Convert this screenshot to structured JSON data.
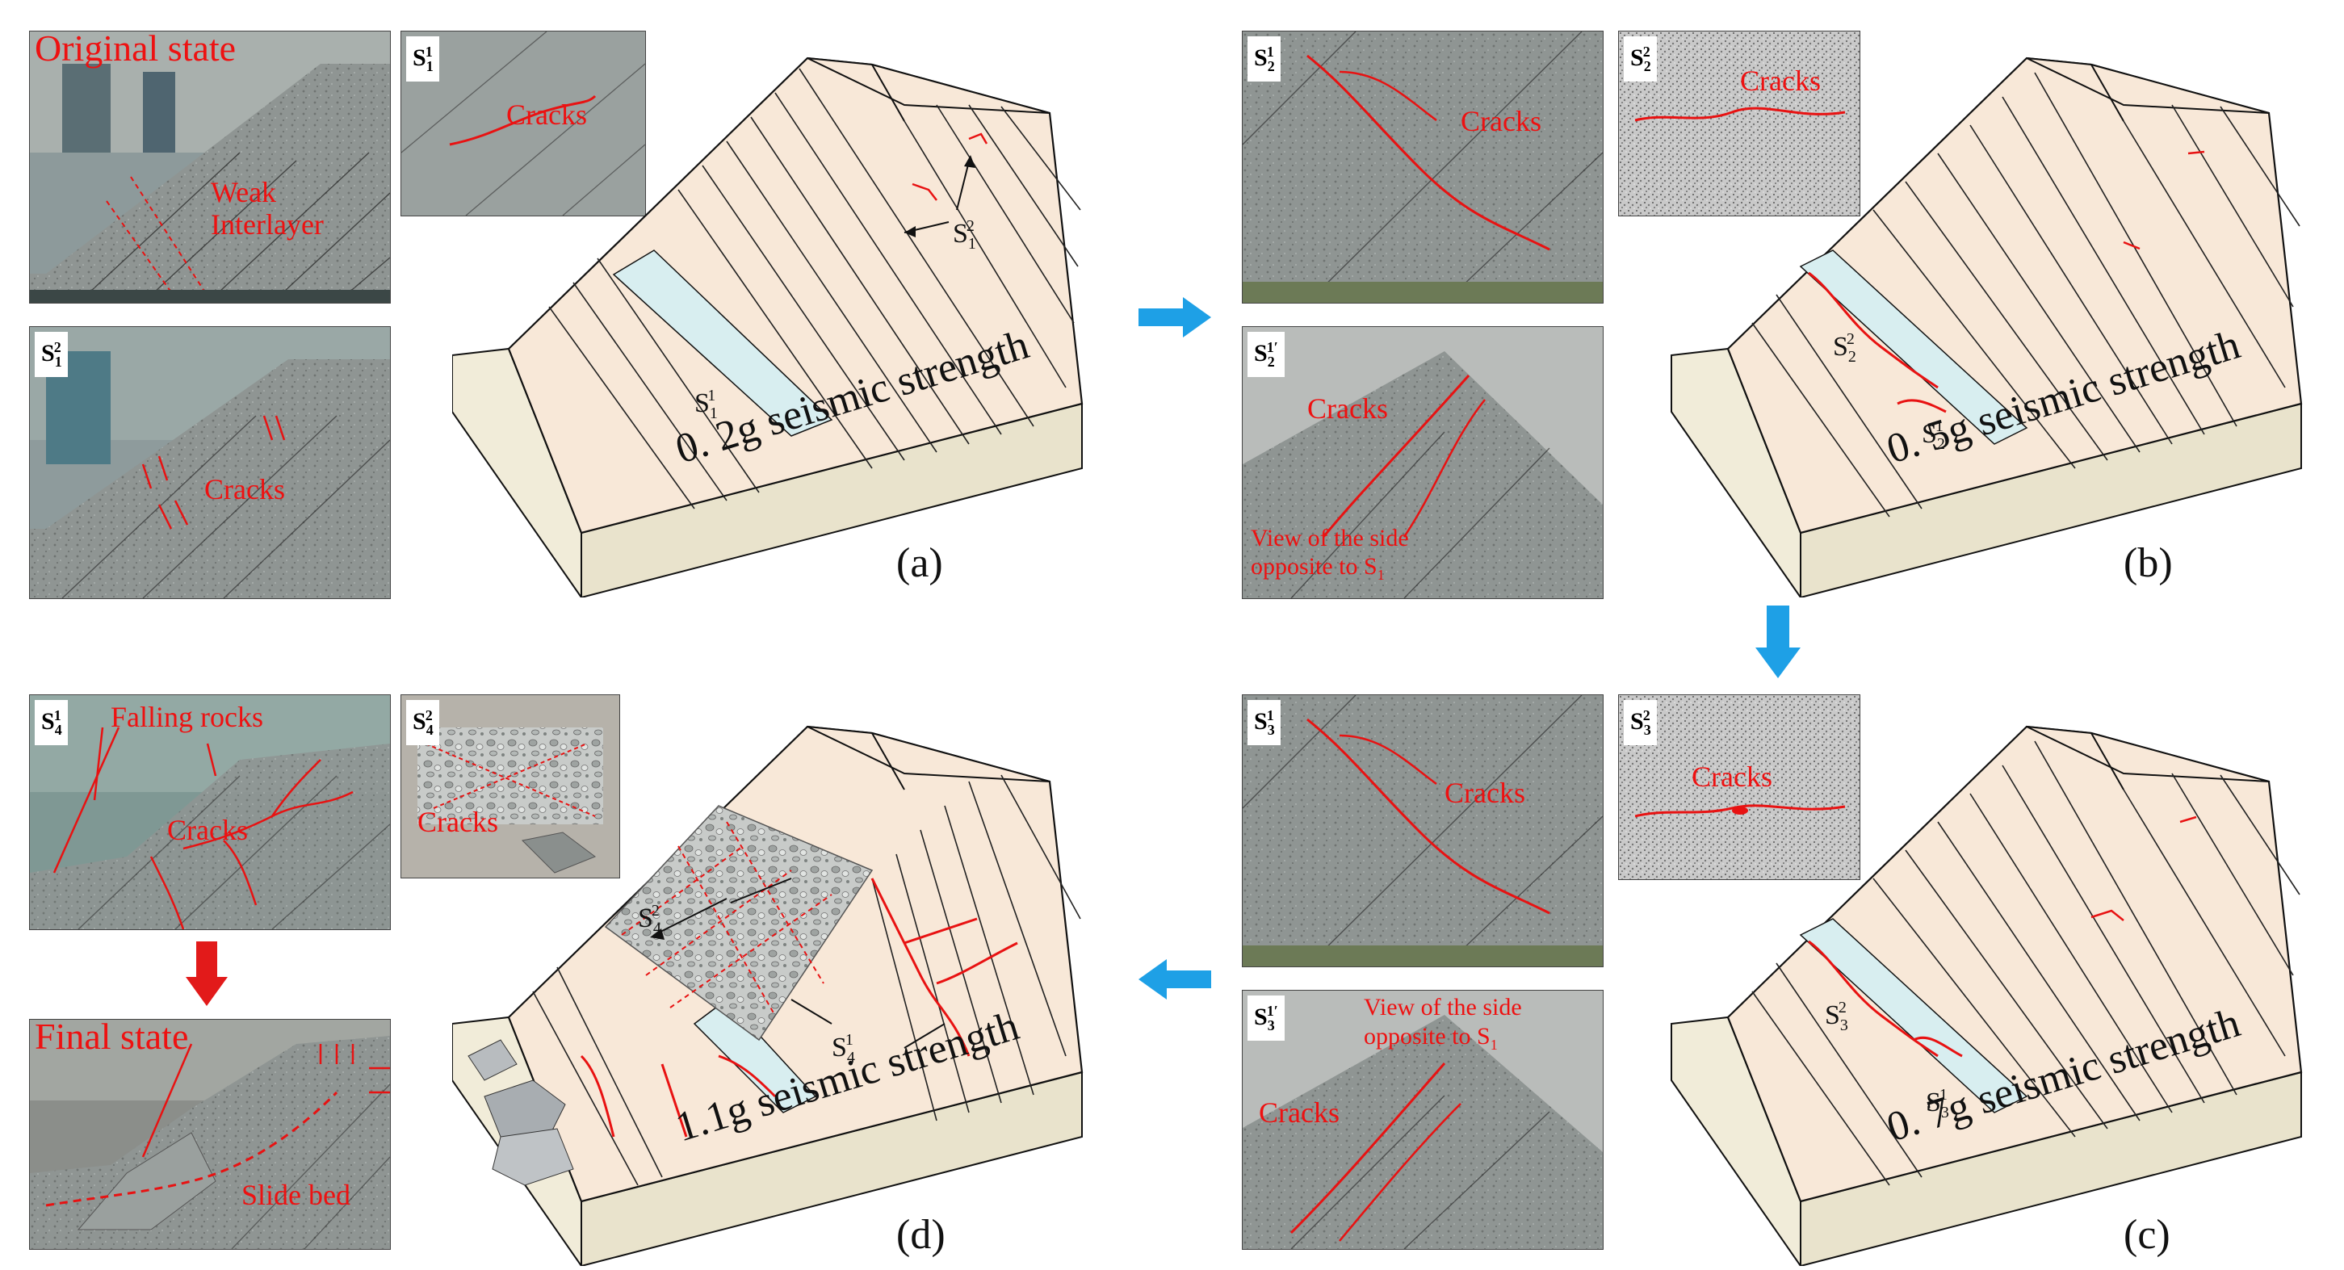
{
  "colors": {
    "crack": "#e81212",
    "arrow_blue": "#1ea0e6",
    "arrow_red": "#e21a1a",
    "slope_fill": "#f8e8d8",
    "interlayer_fill": "#d8eef0",
    "base_fill": "#f1ecd9"
  },
  "panel_a": {
    "label": "(a)",
    "caption": "0. 2g  seismic strength",
    "photo_original": {
      "title": "Original state",
      "weak": "Weak",
      "interlayer": "Interlayer"
    },
    "photo_s1_top": {
      "tag": "S",
      "tag_sub": "1",
      "tag_sup": "1",
      "text": "Cracks"
    },
    "photo_s2": {
      "tag": "S",
      "tag_sub": "1",
      "tag_sup": "2",
      "text": "Cracks"
    },
    "diagram_s2": {
      "main": "S",
      "sub": "1",
      "sup": "2"
    },
    "diagram_s1": {
      "main": "S",
      "sub": "1",
      "sup": "1"
    }
  },
  "panel_b": {
    "label": "(b)",
    "caption": "0. 5g  seismic strength",
    "photo_s1": {
      "tag": "S",
      "tag_sub": "2",
      "tag_sup": "1",
      "text": "Cracks"
    },
    "photo_s2": {
      "tag": "S",
      "tag_sub": "2",
      "tag_sup": "2",
      "text": "Cracks"
    },
    "photo_s1p": {
      "tag": "S",
      "tag_sub": "2",
      "tag_sup": "1′",
      "text": "Cracks",
      "note1": "View of the side",
      "note2": "opposite to S",
      "note_sub": "1"
    },
    "diagram_s2": {
      "main": "S",
      "sub": "2",
      "sup": "2"
    },
    "diagram_s1": {
      "main": "S",
      "sub": "2",
      "sup": "1"
    }
  },
  "panel_c": {
    "label": "(c)",
    "caption": "0. 7g  seismic strength",
    "photo_s1": {
      "tag": "S",
      "tag_sub": "3",
      "tag_sup": "1",
      "text": "Cracks"
    },
    "photo_s2": {
      "tag": "S",
      "tag_sub": "3",
      "tag_sup": "2",
      "text": "Cracks"
    },
    "photo_s1p": {
      "tag": "S",
      "tag_sub": "3",
      "tag_sup": "1′",
      "text": "Cracks",
      "note1": "View of the side",
      "note2": "opposite to S",
      "note_sub": "1"
    },
    "diagram_s2": {
      "main": "S",
      "sub": "3",
      "sup": "2"
    },
    "diagram_s1": {
      "main": "S",
      "sub": "3",
      "sup": "1"
    }
  },
  "panel_d": {
    "label": "(d)",
    "caption": "1.1g  seismic strength",
    "photo_s1": {
      "tag": "S",
      "tag_sub": "4",
      "tag_sup": "1",
      "text1": "Falling rocks",
      "text2": "Cracks"
    },
    "photo_s2": {
      "tag": "S",
      "tag_sub": "4",
      "tag_sup": "2",
      "text": "Cracks"
    },
    "photo_final": {
      "title": "Final state",
      "text": "Slide bed"
    },
    "diagram_s2": {
      "main": "S",
      "sub": "4",
      "sup": "2"
    },
    "diagram_s1": {
      "main": "S",
      "sub": "4",
      "sup": "1"
    }
  }
}
